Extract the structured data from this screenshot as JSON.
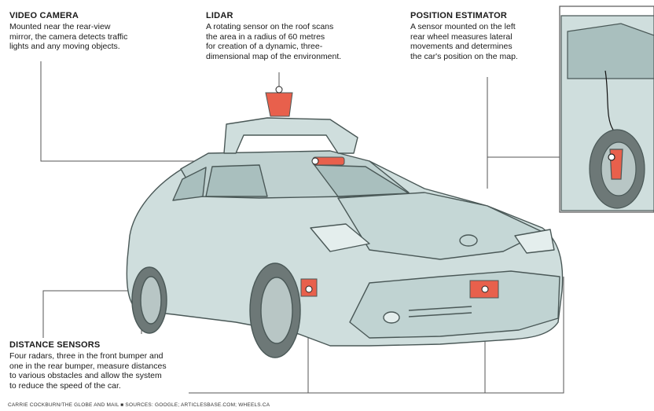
{
  "video_camera": {
    "title": "VIDEO CAMERA",
    "text": "Mounted near the rear-view\nmirror, the camera detects traffic\nlights and any moving objects."
  },
  "lidar": {
    "title": "LIDAR",
    "text": "A rotating sensor on the roof scans\nthe area in a radius of 60 metres\nfor creation of a dynamic, three-\ndimensional map of the environment."
  },
  "position_estimator": {
    "title": "POSITION ESTIMATOR",
    "text": "A sensor mounted on the left\nrear wheel measures lateral\nmovements and determines\nthe car's position on the map."
  },
  "distance_sensors": {
    "title": "DISTANCE SENSORS",
    "text": "Four radars, three in the front bumper and\none in the rear bumper, measure distances\nto various obstacles and allow the system\nto reduce the speed of the car."
  },
  "credit": "CARRIE COCKBURN/THE GLOBE AND MAIL ■ SOURCES: GOOGLE; ARTICLESBASE.COM; WHEELS.CA",
  "colors": {
    "car_body": "#cfdedd",
    "car_outline": "#4a5857",
    "sensor": "#e8604c",
    "line": "#555555"
  }
}
